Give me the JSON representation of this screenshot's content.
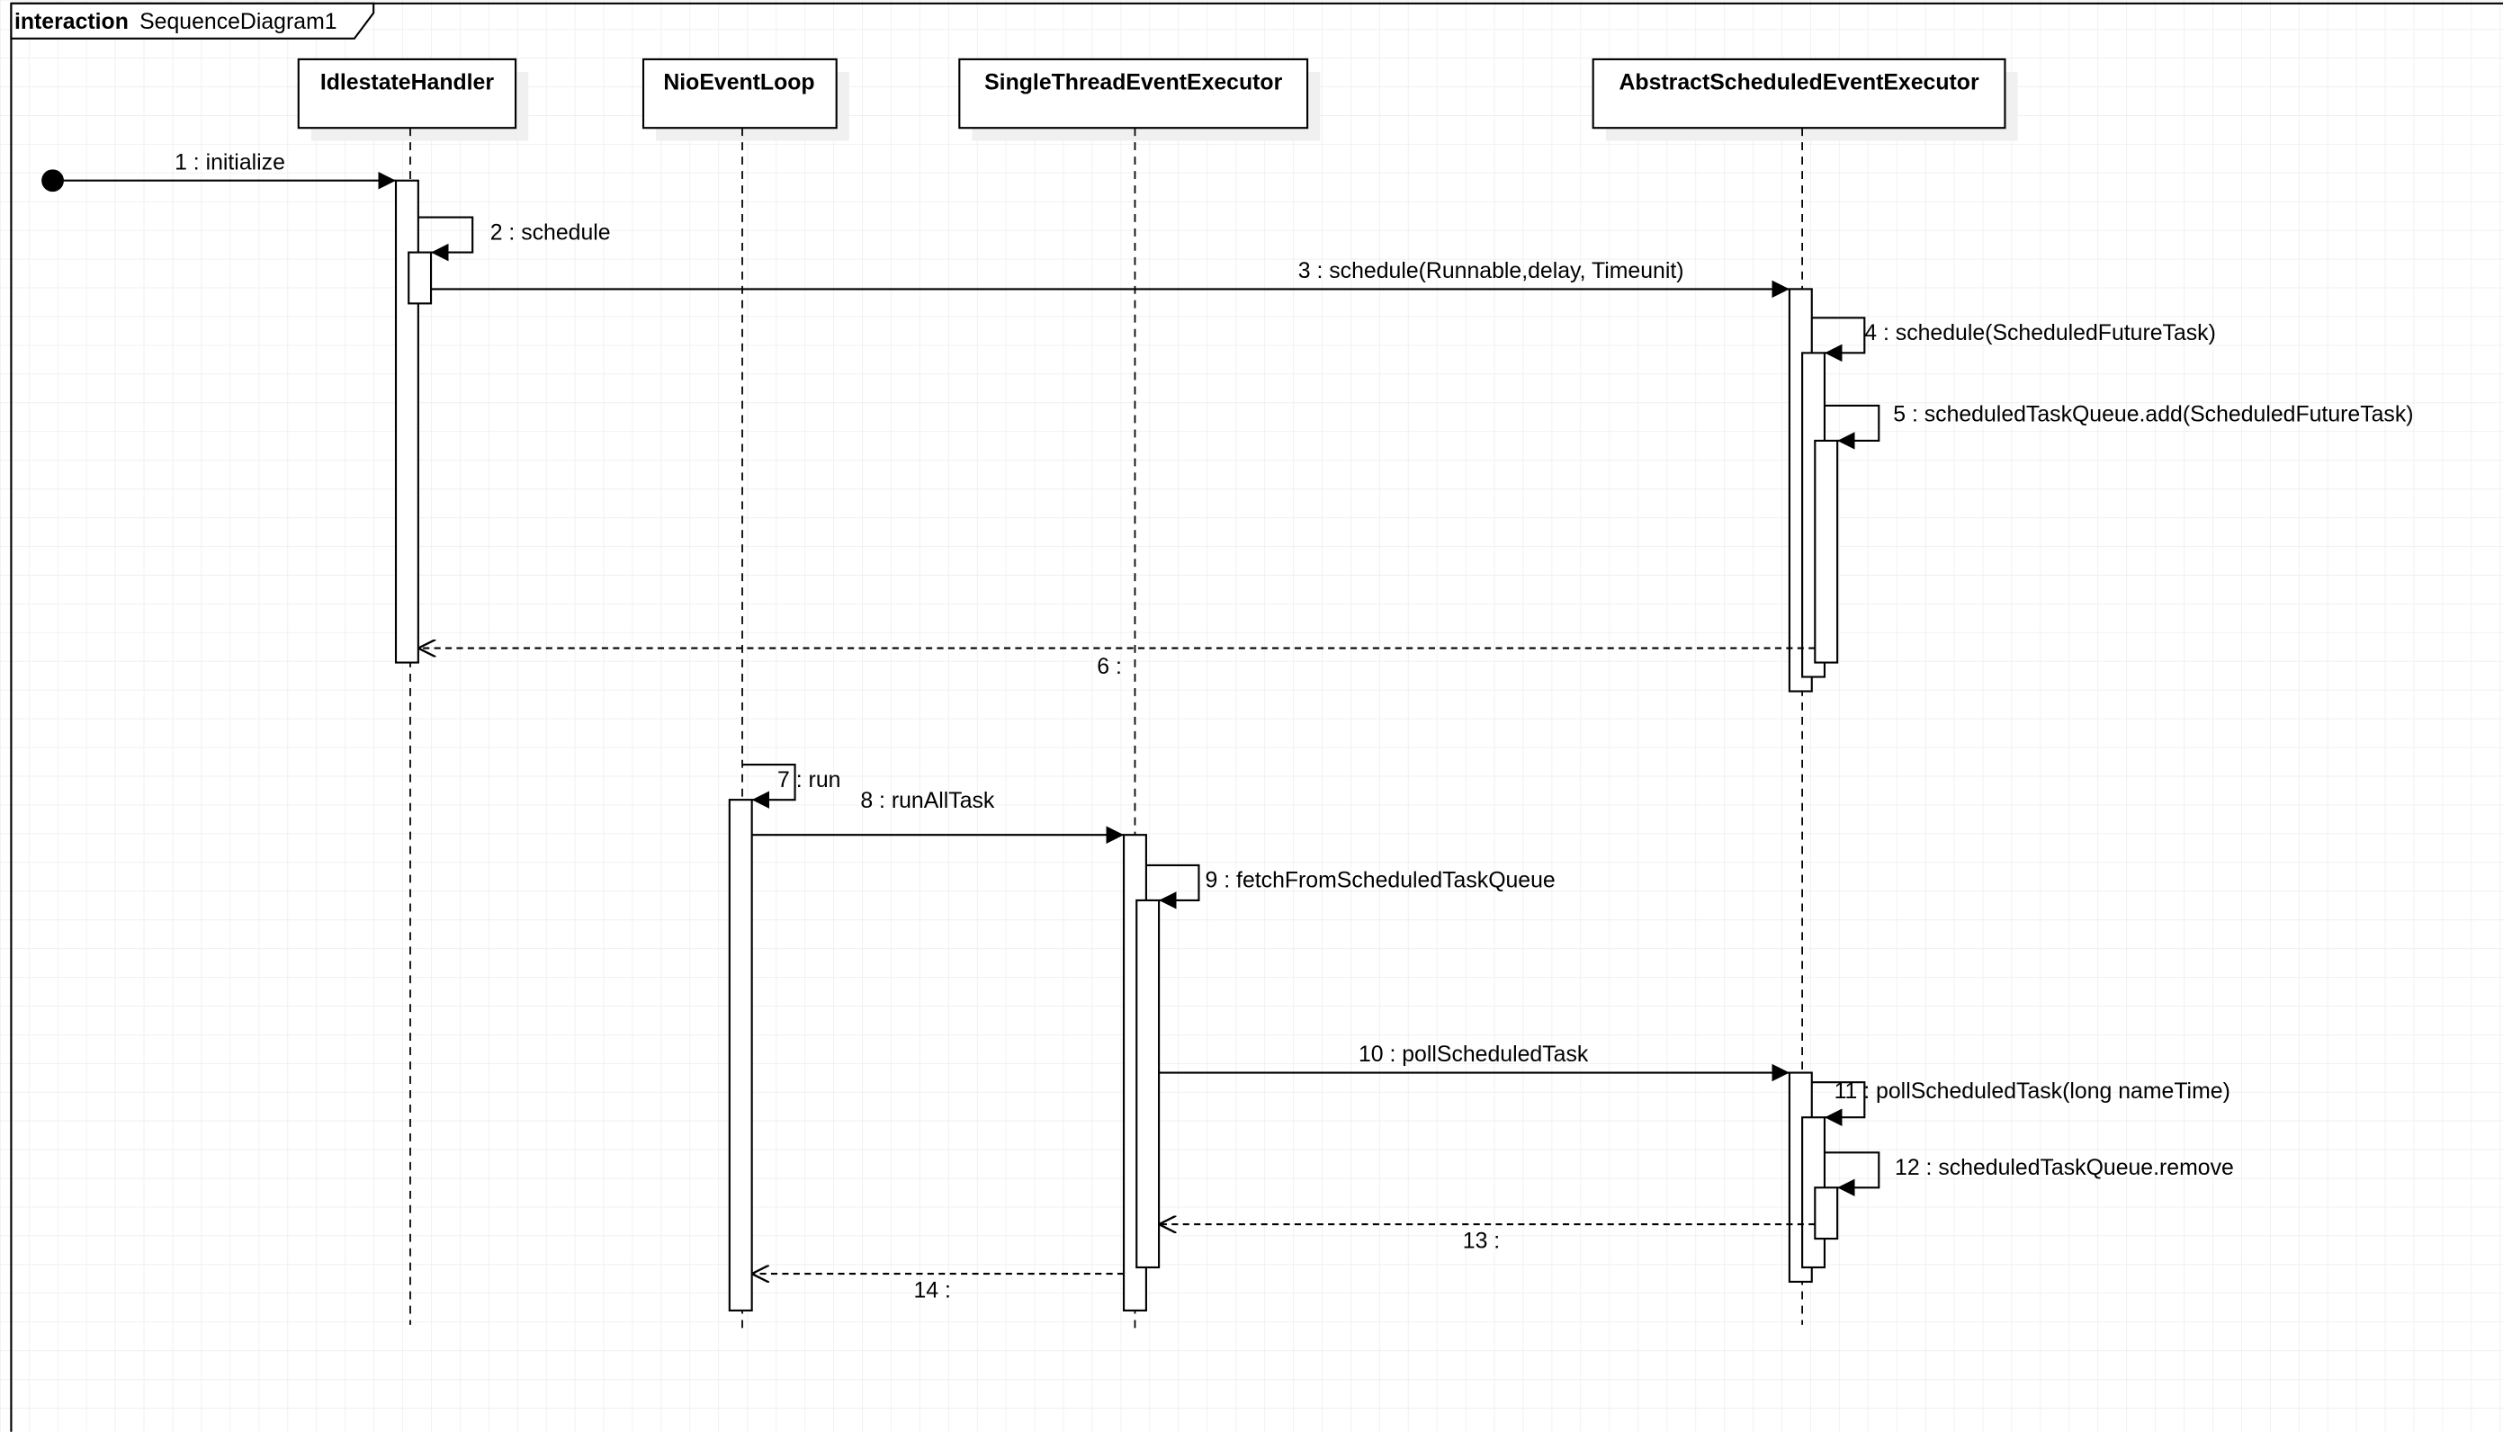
{
  "frame": {
    "keyword": "interaction",
    "name": "SequenceDiagram1"
  },
  "lifelines": [
    {
      "name": "IdlestateHandler"
    },
    {
      "name": "NioEventLoop"
    },
    {
      "name": "SingleThreadEventExecutor"
    },
    {
      "name": "AbstractScheduledEventExecutor"
    }
  ],
  "messages": [
    {
      "label": "1 : initialize"
    },
    {
      "label": "2 : schedule"
    },
    {
      "label": "3 : schedule(Runnable,delay, Timeunit)"
    },
    {
      "label": "4 : schedule(ScheduledFutureTask)"
    },
    {
      "label": "5 : scheduledTaskQueue.add(ScheduledFutureTask)"
    },
    {
      "label": "6 :"
    },
    {
      "label": "7 : run"
    },
    {
      "label": "8 : runAllTask"
    },
    {
      "label": "9 : fetchFromScheduledTaskQueue"
    },
    {
      "label": "10 : pollScheduledTask"
    },
    {
      "label": "11 : pollScheduledTask(long nameTime)"
    },
    {
      "label": "12 : scheduledTaskQueue.remove"
    },
    {
      "label": "13 :"
    },
    {
      "label": "14 :"
    }
  ]
}
